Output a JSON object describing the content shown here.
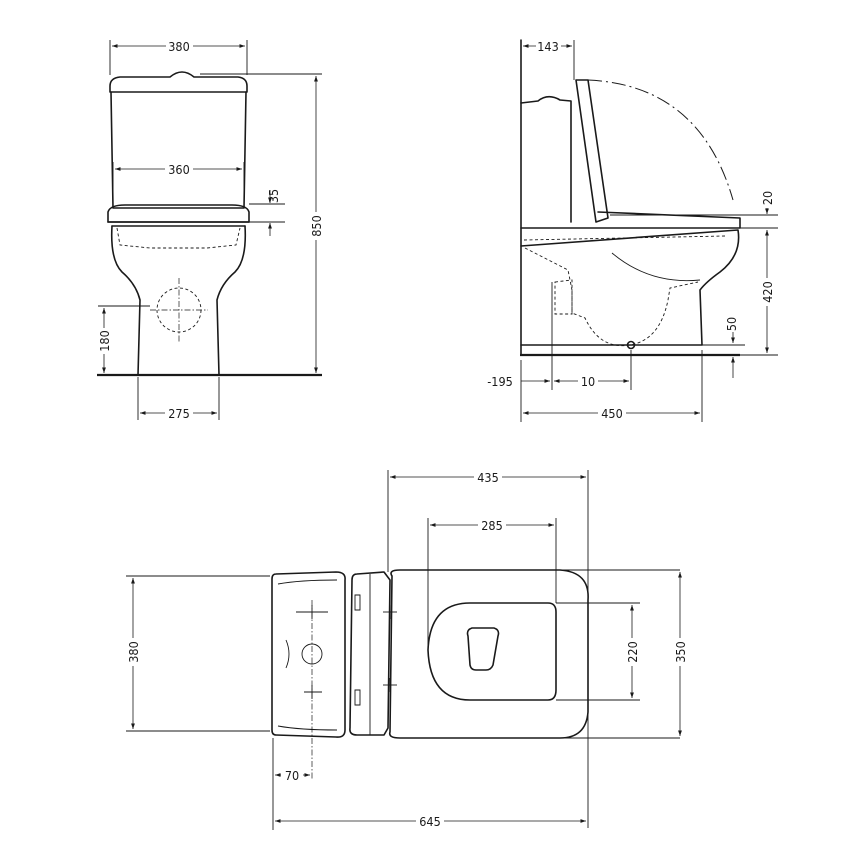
{
  "dimensions": {
    "front_top_width": "380",
    "front_seat_width": "360",
    "front_seat_gap": "35",
    "front_total_height": "850",
    "front_outlet_height": "180",
    "front_base_width": "275",
    "side_tank_depth": "143",
    "side_seat_thickness": "20",
    "side_seat_height": "420",
    "side_outlet_height": "50",
    "side_offset_neg": "-195",
    "side_offset_small": "10",
    "side_depth": "450",
    "top_bowl_length": "435",
    "top_seat_length": "285",
    "top_seat_width": "220",
    "top_bowl_width": "350",
    "top_tank_width": "380",
    "top_tank_offset": "70",
    "top_total_length": "645"
  }
}
